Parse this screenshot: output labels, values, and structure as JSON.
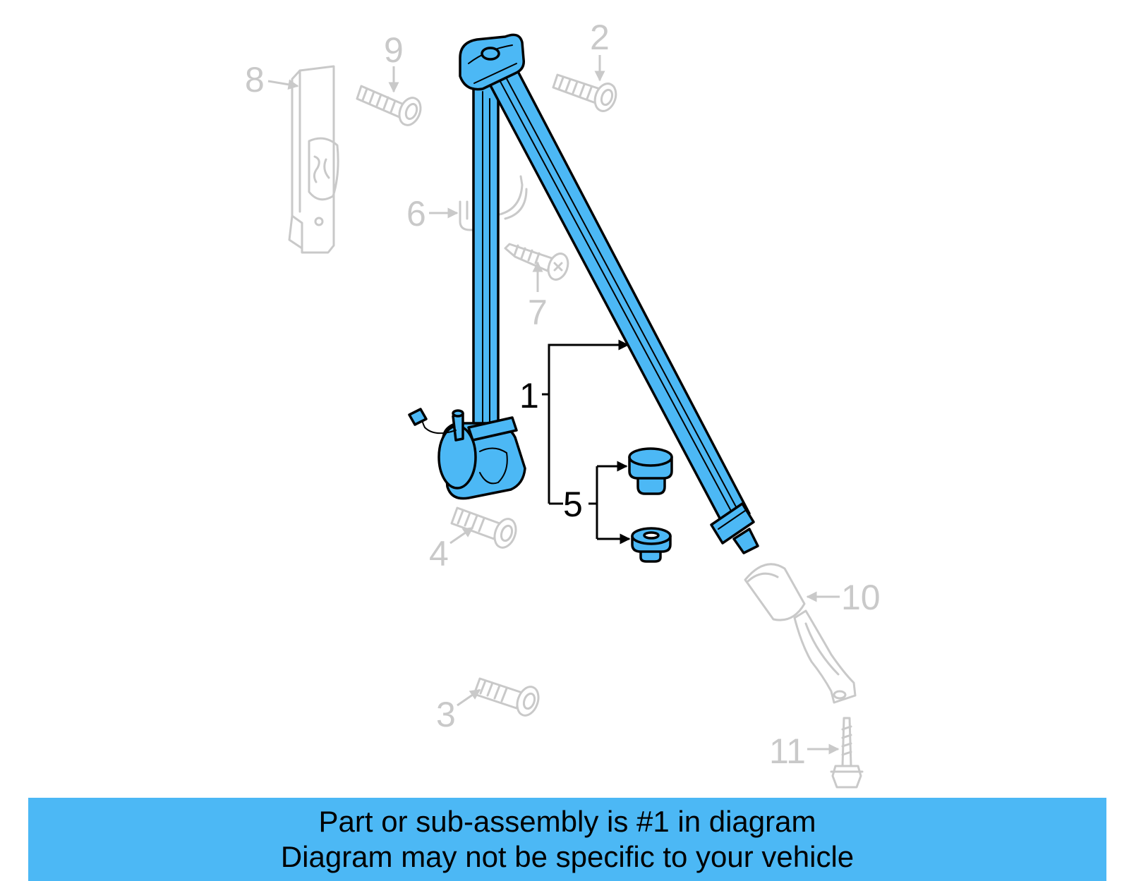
{
  "colors": {
    "highlight": "#4cb8f5",
    "banner": "#4cb8f5",
    "ghost_parts": "#c9c9c9",
    "outline": "#000000"
  },
  "callouts": {
    "c1": "1",
    "c2": "2",
    "c3": "3",
    "c4": "4",
    "c5": "5",
    "c6": "6",
    "c7": "7",
    "c8": "8",
    "c9": "9",
    "c10": "10",
    "c11": "11"
  },
  "banner": {
    "line1": "Part or sub-assembly is #1 in diagram",
    "line2": "Diagram may not be specific to your vehicle"
  }
}
